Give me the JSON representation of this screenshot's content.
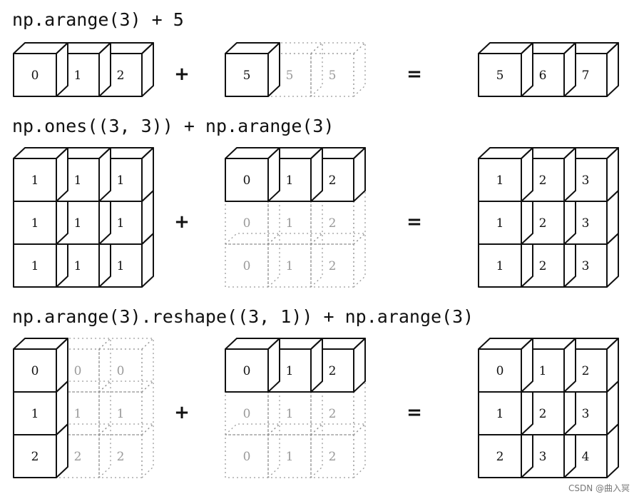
{
  "rows": [
    {
      "title": "np.arange(3) + 5",
      "operator": "+",
      "equals": "=",
      "left": {
        "solid": [
          [
            "0",
            "1",
            "2"
          ]
        ],
        "ghost": []
      },
      "middle": {
        "solid": [
          [
            "5"
          ]
        ],
        "ghost": [
          [
            "",
            "5",
            "5"
          ]
        ]
      },
      "right": {
        "solid": [
          [
            "5",
            "6",
            "7"
          ]
        ],
        "ghost": []
      }
    },
    {
      "title": "np.ones((3, 3)) + np.arange(3)",
      "operator": "+",
      "equals": "=",
      "left": {
        "solid": [
          [
            "1",
            "1",
            "1"
          ],
          [
            "1",
            "1",
            "1"
          ],
          [
            "1",
            "1",
            "1"
          ]
        ],
        "ghost": []
      },
      "middle": {
        "solid": [
          [
            "0",
            "1",
            "2"
          ]
        ],
        "ghost": [
          [
            "",
            "",
            ""
          ],
          [
            "0",
            "1",
            "2"
          ],
          [
            "0",
            "1",
            "2"
          ]
        ]
      },
      "right": {
        "solid": [
          [
            "1",
            "2",
            "3"
          ],
          [
            "1",
            "2",
            "3"
          ],
          [
            "1",
            "2",
            "3"
          ]
        ],
        "ghost": []
      }
    },
    {
      "title": "np.arange(3).reshape((3, 1)) + np.arange(3)",
      "operator": "+",
      "equals": "=",
      "left": {
        "solid": [
          [
            "0"
          ],
          [
            "1"
          ],
          [
            "2"
          ]
        ],
        "ghost": [
          [
            "",
            "0",
            "0"
          ],
          [
            "",
            "1",
            "1"
          ],
          [
            "",
            "2",
            "2"
          ]
        ]
      },
      "middle": {
        "solid": [
          [
            "0",
            "1",
            "2"
          ]
        ],
        "ghost": [
          [
            "",
            "",
            ""
          ],
          [
            "0",
            "1",
            "2"
          ],
          [
            "0",
            "1",
            "2"
          ]
        ]
      },
      "right": {
        "solid": [
          [
            "0",
            "1",
            "2"
          ],
          [
            "1",
            "2",
            "3"
          ],
          [
            "2",
            "3",
            "4"
          ]
        ],
        "ghost": []
      }
    }
  ],
  "watermark": "CSDN @曲入冥",
  "colors": {
    "solid": "#111111",
    "ghost": "#9a9a9a"
  }
}
